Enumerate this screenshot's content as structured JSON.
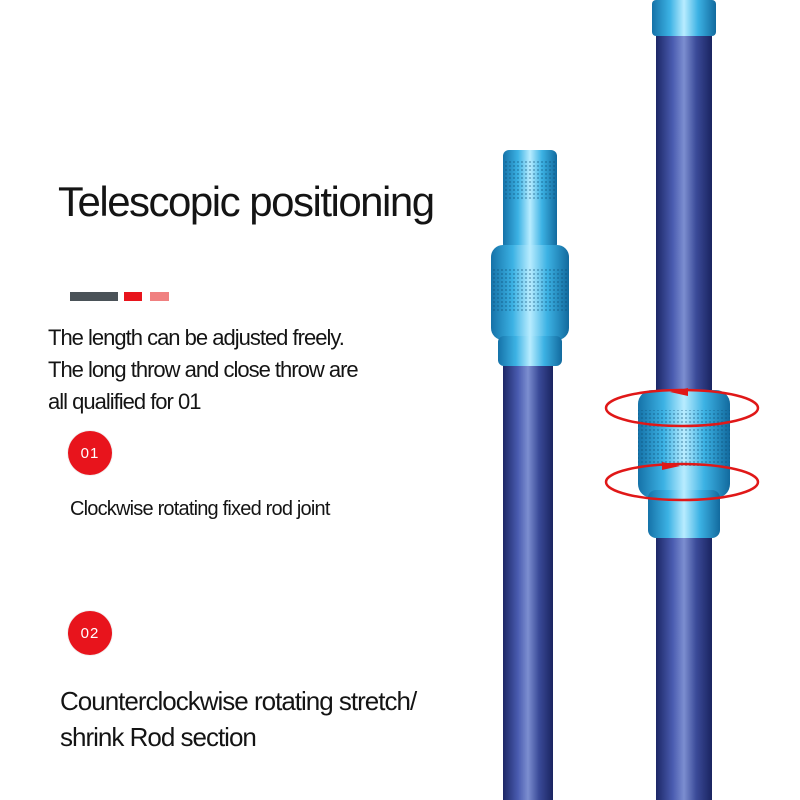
{
  "title": "Telescopic positioning",
  "intro": {
    "lines": [
      "The length can be adjusted freely.",
      "The long throw and close throw are",
      "all qualified for 01"
    ]
  },
  "steps": [
    {
      "number": "01",
      "lines": [
        "Clockwise rotating fixed rod joint"
      ]
    },
    {
      "number": "02",
      "lines": [
        "Counterclockwise rotating stretch/",
        "shrink Rod section"
      ]
    }
  ],
  "colors": {
    "accent_red": "#e8141c",
    "accent_pink": "#f08080",
    "dark_gray": "#4a5258",
    "rod_blue": "#2f3e86",
    "joint_cyan": "#3fb6e8",
    "arrow_red": "#e01818"
  },
  "icons": {
    "decor_bars": "color-bars-icon",
    "rotation_arrows": "rotation-arrow-icon"
  }
}
